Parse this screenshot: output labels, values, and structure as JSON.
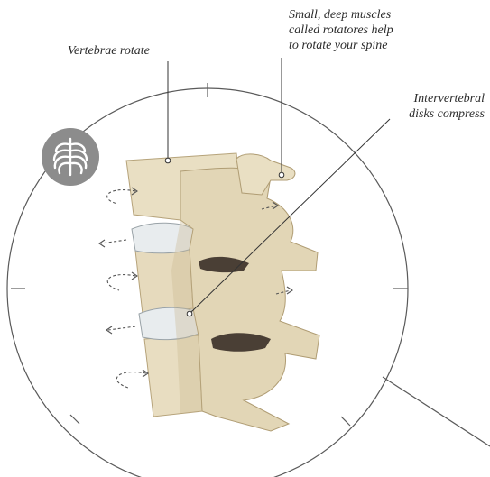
{
  "labels": {
    "vertebrae_rotate": "Vertebrae rotate",
    "rotatores_line1": "Small, deep muscles",
    "rotatores_line2": "called rotatores help",
    "rotatores_line3": "to rotate your spine",
    "disks_line1": "Intervertebral",
    "disks_line2": "disks compress"
  },
  "icons": {
    "badge": "ribcage-icon"
  },
  "colors": {
    "frame": "#5a5a5a",
    "bone": "#e9dfc3",
    "bone_shadow": "#c9b78f",
    "disc": "#e8ecee",
    "badge": "#8c8c8c",
    "arrow": "#555555"
  }
}
